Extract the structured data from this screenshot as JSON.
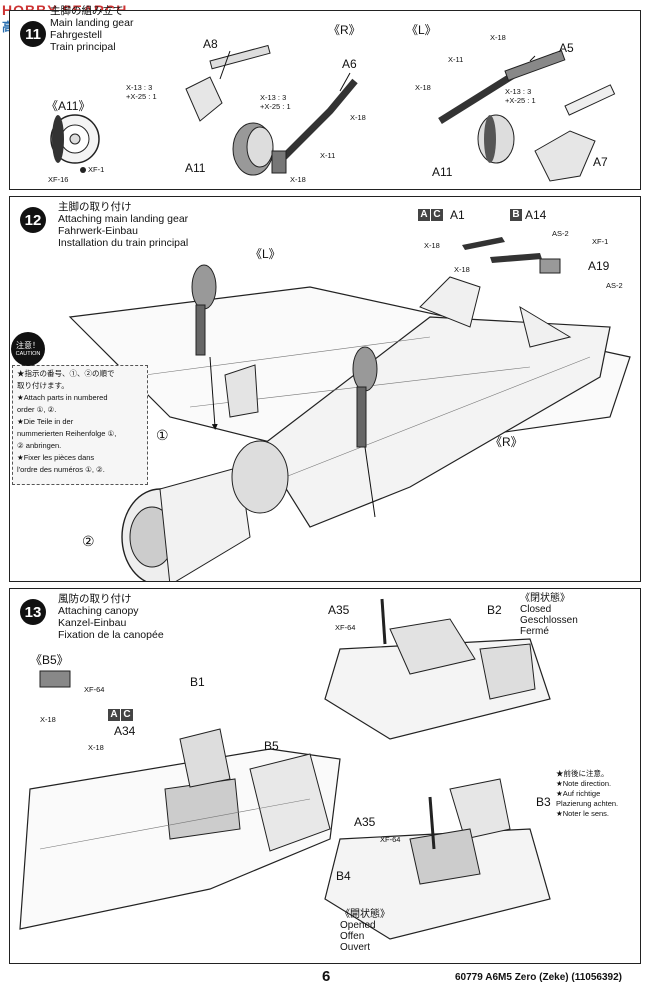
{
  "watermark": {
    "logo": "HOBBY SEARCH",
    "subtitle": "高速"
  },
  "step11": {
    "number": "11",
    "titles": [
      "主脚の組み立て",
      "Main landing gear",
      "Fahrgestell",
      "Train principal"
    ],
    "views": {
      "r": "《R》",
      "l": "《L》",
      "a11": "《A11》"
    },
    "parts": {
      "a8": "A8",
      "a6": "A6",
      "a5": "A5",
      "a7": "A7",
      "a11_left": "A11",
      "a11_right": "A11",
      "a11_detail_label": "A11"
    },
    "paints": {
      "xf1": "XF-1",
      "xf16": "XF-16",
      "mix_left": "X-13 : 3\n+X-25 : 1",
      "mix_mid": "X-13 : 3\n+X-25 : 1",
      "mix_right": "X-13 : 3\n+X-25 : 1",
      "x18_a": "X-18",
      "x11_a": "X-11",
      "x18_b": "X-18",
      "x18_c": "X-18",
      "x11_b": "X-11",
      "x18_d": "X-18"
    }
  },
  "step12": {
    "number": "12",
    "titles": [
      "主脚の取り付け",
      "Attaching main landing gear",
      "Fahrwerk-Einbau",
      "Installation du train principal"
    ],
    "views": {
      "l": "《L》",
      "r": "《R》"
    },
    "markers": {
      "one": "①",
      "two": "②"
    },
    "versions": {
      "ac": [
        "A",
        "C"
      ],
      "b": "B"
    },
    "parts": {
      "a1": "A1",
      "a14": "A14",
      "a19": "A19"
    },
    "paints": {
      "x18_a": "X-18",
      "x18_b": "X-18",
      "as2_a": "AS-2",
      "xf1": "XF-1",
      "as2_b": "AS-2"
    },
    "caution": {
      "badge_jp": "注意！",
      "badge_en": "CAUTION",
      "lines": [
        "★指示の番号、①、②の順で",
        "取り付けます。",
        "★Attach parts in numbered",
        "order ①, ②.",
        "★Die Teile in der",
        "nummerierten Reihenfolge ①,",
        "② anbringen.",
        "★Fixer les pièces dans",
        "l'ordre des numéros ①, ②."
      ]
    }
  },
  "step13": {
    "number": "13",
    "titles": [
      "風防の取り付け",
      "Attaching canopy",
      "Kanzel-Einbau",
      "Fixation de la canopée"
    ],
    "views": {
      "b5": "《B5》"
    },
    "versions": {
      "ac": [
        "A",
        "C"
      ]
    },
    "closed": [
      "《閉状態》",
      "Closed",
      "Geschlossen",
      "Fermé"
    ],
    "opened": [
      "《開状態》",
      "Opened",
      "Offen",
      "Ouvert"
    ],
    "note": [
      "★前後に注意。",
      "★Note direction.",
      "★Auf richtige",
      "Plazierung achten.",
      "★Noter le sens."
    ],
    "parts": {
      "a35_top": "A35",
      "b2": "B2",
      "b1": "B1",
      "a34": "A34",
      "b5": "B5",
      "a35_bottom": "A35",
      "b3": "B3",
      "b4": "B4"
    },
    "paints": {
      "xf64_a": "XF-64",
      "xf64_b": "XF-64",
      "x18_a": "X-18",
      "x18_b": "X-18",
      "xf64_c": "XF-64"
    }
  },
  "footer": {
    "page": "6",
    "code": "60779",
    "title": "A6M5 Zero (Zeke)",
    "ref": "(11056392)"
  }
}
